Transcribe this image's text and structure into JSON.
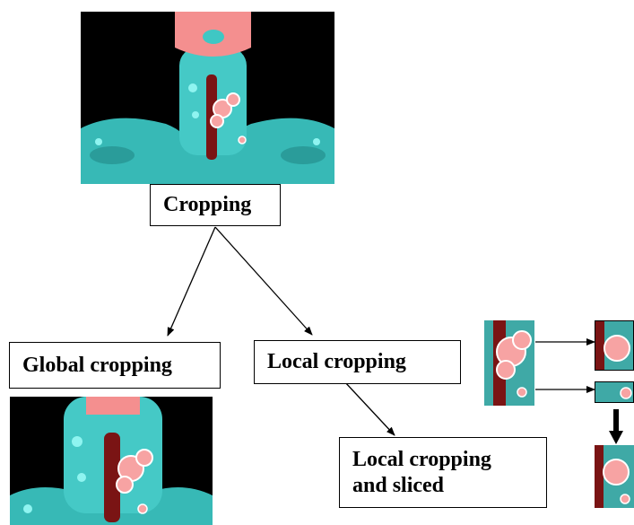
{
  "nodes": {
    "cropping": "Cropping",
    "global": "Global cropping",
    "local": "Local cropping",
    "sliced_line1": "Local cropping",
    "sliced_line2": "and sliced"
  },
  "images": {
    "top": "PET/CT coronal scan (neck)",
    "global": "PET/CT global crop",
    "local_patch": "PET/CT local crop patch",
    "slice_stack": "PET/CT sliced patches"
  },
  "colors": {
    "background_scan": "#000000",
    "ct_tissue": "#3fc7c4",
    "pet_uptake": "#f28b8b",
    "tumor_outline": "#ffffff",
    "arrow": "#000000"
  }
}
